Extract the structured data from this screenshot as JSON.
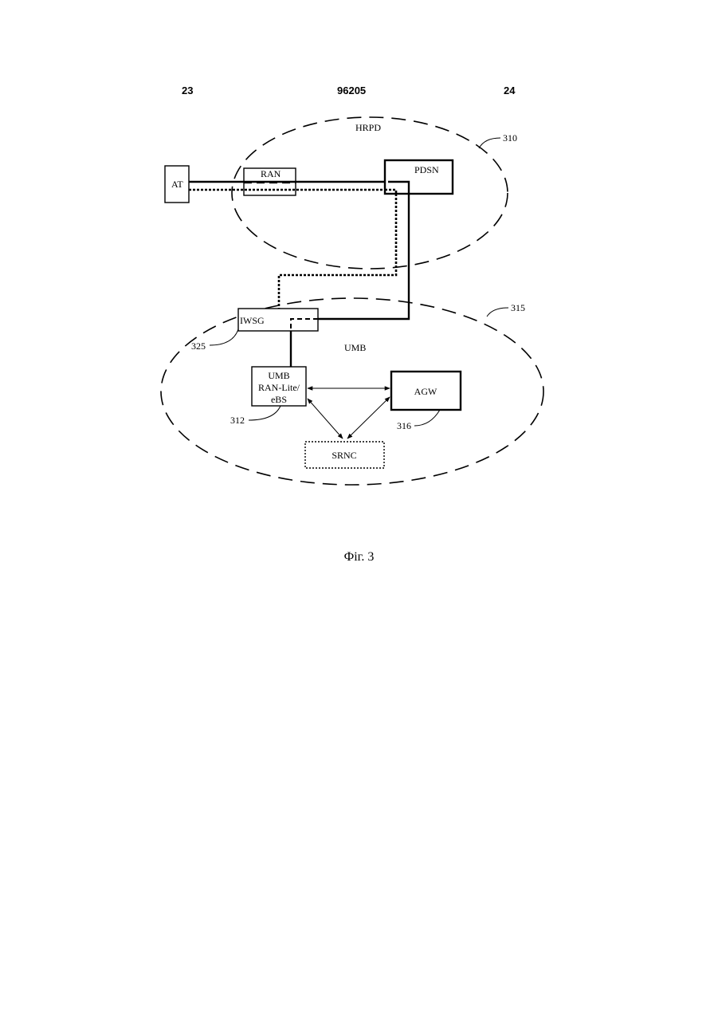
{
  "header": {
    "page_left": "23",
    "patent_number": "96205",
    "page_right": "24"
  },
  "diagram": {
    "hrpd": {
      "label": "HRPD",
      "ref": "310"
    },
    "umb": {
      "label": "UMB",
      "ref": "315"
    },
    "nodes": {
      "at": "AT",
      "ran": "RAN",
      "pdsn": "PDSN",
      "iwsg": "IWSG",
      "iwsg_ref": "325",
      "umb_ran_line1": "UMB",
      "umb_ran_line2": "RAN-Lite/",
      "umb_ran_line3": "eBS",
      "umb_ran_ref": "312",
      "agw": "AGW",
      "agw_ref": "316",
      "srnc": "SRNC"
    }
  },
  "caption": "Фіг. 3"
}
